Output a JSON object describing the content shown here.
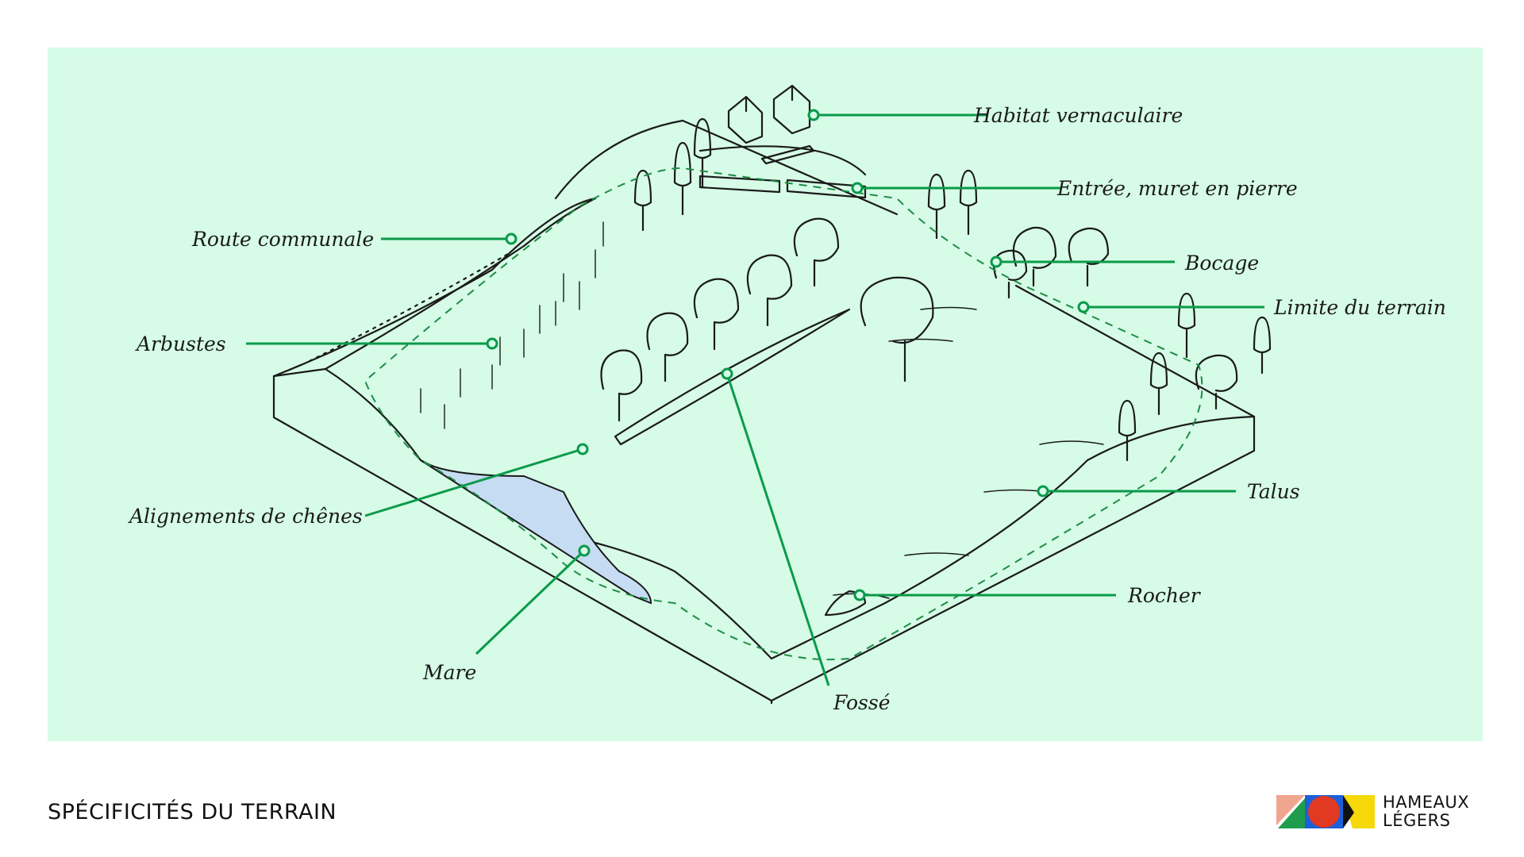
{
  "diagram": {
    "labels": {
      "habitat": "Habitat vernaculaire",
      "entree": "Entrée, muret en pierre",
      "route": "Route communale",
      "bocage": "Bocage",
      "limite": "Limite du terrain",
      "arbustes": "Arbustes",
      "alignements": "Alignements de chênes",
      "talus": "Talus",
      "rocher": "Rocher",
      "mare": "Mare",
      "fosse": "Fossé"
    }
  },
  "footer": {
    "title": "SPÉCIFICITÉS DU TERRAIN",
    "logo_line1": "HAMEAUX",
    "logo_line2": "LÉGERS"
  },
  "colors": {
    "panel_background": "#d6fbe6",
    "callout": "#0a9a4a",
    "pond": "#c6dcf2",
    "ink": "#1a1a1a"
  },
  "icons": {
    "logo": "hameaux-legers-logo-icon"
  }
}
